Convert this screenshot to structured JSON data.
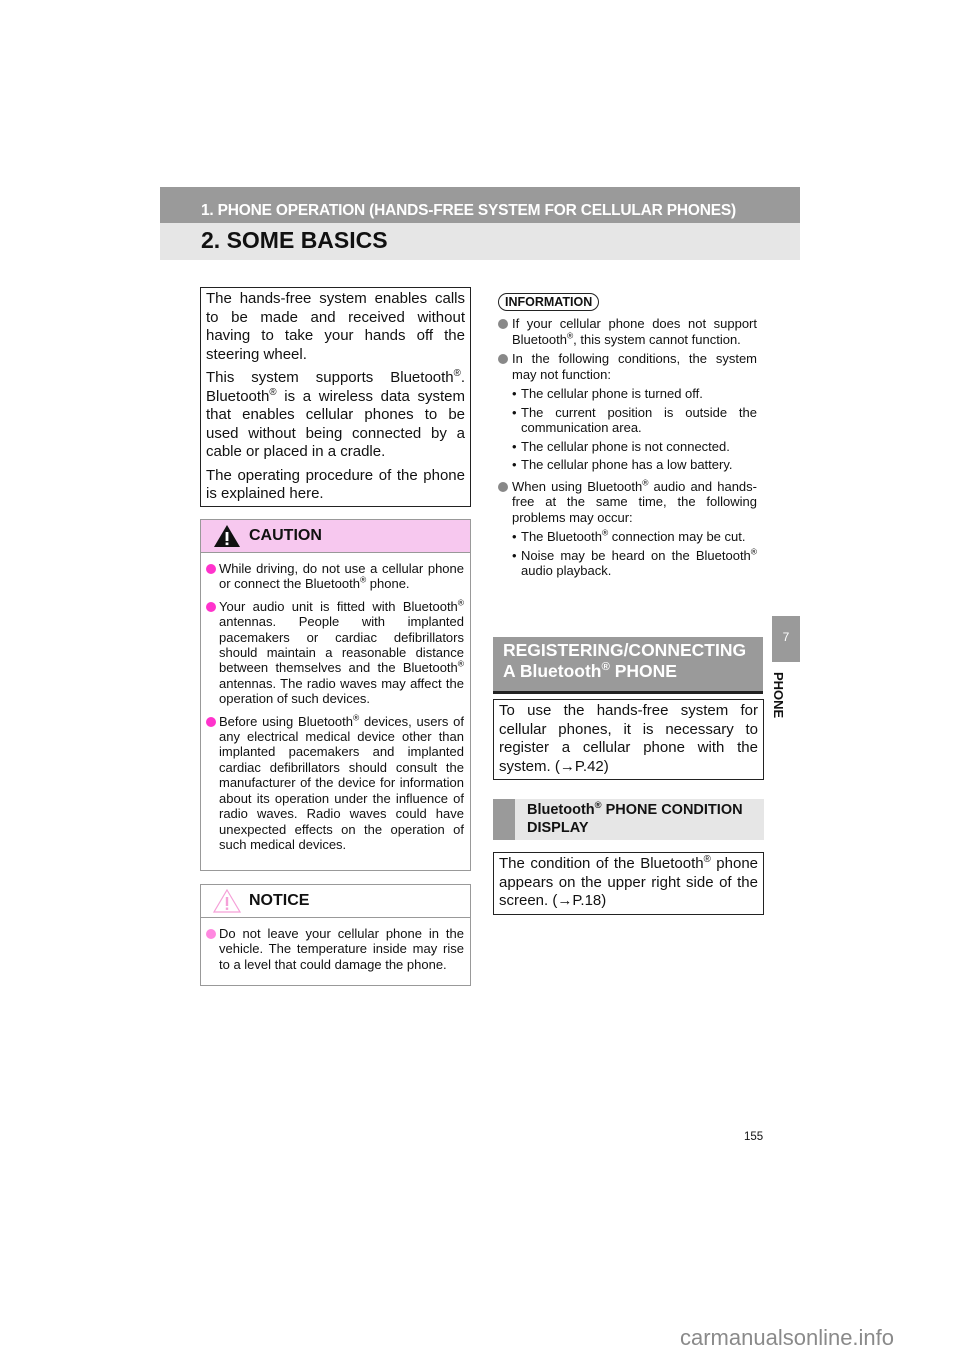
{
  "header": {
    "chapter": "1. PHONE OPERATION (HANDS-FREE SYSTEM FOR CELLULAR PHONES)",
    "section": "2. SOME BASICS"
  },
  "intro": [
    "The hands-free system enables calls to be made and received without having to take your hands off the steering wheel.",
    "This system supports Bluetooth®. Bluetooth® is a wireless data system that enables cellular phones to be used without being connected by a cable or placed in a cradle.",
    "The operating procedure of the phone is explained here."
  ],
  "caution": {
    "title": "CAUTION",
    "items": [
      "While driving, do not use a cellular phone or connect the Bluetooth® phone.",
      "Your audio unit is fitted with Bluetooth® antennas. People with implanted pacemakers or cardiac defibrillators should maintain a reasonable distance between themselves and the Bluetooth® antennas. The radio waves may affect the operation of such devices.",
      "Before using Bluetooth® devices, users of any electrical medical device other than implanted pacemakers and implanted cardiac defibrillators should consult the manufacturer of the device for information about its operation under the influence of radio waves. Radio waves could have unexpected effects on the operation of such medical devices."
    ],
    "color": "#ff33cc",
    "header_bg": "#f7c8ef"
  },
  "notice": {
    "title": "NOTICE",
    "items": [
      "Do not leave your cellular phone in the vehicle. The temperature inside may rise to a level that could damage the phone."
    ],
    "color": "#ff88e0"
  },
  "information": {
    "title": "INFORMATION",
    "b1": "If your cellular phone does not support Bluetooth®, this system cannot function.",
    "b2": "In the following conditions, the system may not function:",
    "subs": [
      "The cellular phone is turned off.",
      "The current position is outside the communication area.",
      "The cellular phone is not connected.",
      "The cellular phone has a low battery."
    ],
    "b3": "When using Bluetooth® audio and hands-free at the same time, the following problems may occur:",
    "subs2": [
      "The Bluetooth® connection may be cut.",
      "Noise may be heard on the Bluetooth® audio playback."
    ]
  },
  "registering": {
    "title1": "REGISTERING/CONNECTING",
    "title2": "A Bluetooth® PHONE",
    "body": "To use the hands-free system for cellular phones, it is necessary to register a cellular phone with the system. (→P.42)"
  },
  "condition": {
    "title1": "Bluetooth® PHONE CONDITION",
    "title2": "DISPLAY",
    "body": "The condition of the Bluetooth® phone appears on the upper right side of the screen. (→P.18)"
  },
  "side_tab": {
    "number": "7",
    "label": "PHONE"
  },
  "page_number": "155",
  "watermark": "carmanualsonline.info"
}
